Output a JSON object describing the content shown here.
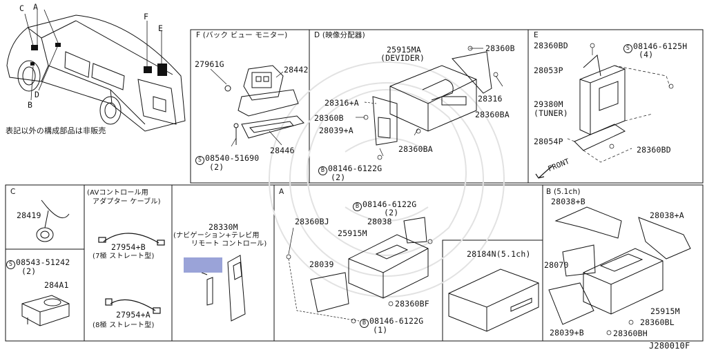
{
  "vehicle": {
    "callouts": {
      "c": "C",
      "a": "A",
      "d": "D",
      "b": "B",
      "f": "F",
      "e": "E"
    },
    "note": "表記以外の構成部品は非販売"
  },
  "panel_f": {
    "title": "F (バック ビュー モニター)",
    "parts": {
      "p1": "27961G",
      "p2": "28442",
      "p3": "28446",
      "p4_code": "08540-51690",
      "p4_qty": "(2)",
      "p4_mark": "S"
    }
  },
  "panel_d": {
    "title": "D (映像分配器)",
    "parts": {
      "p1": "25915MA",
      "p1_sub": "(DEVIDER)",
      "p2": "28360B",
      "p3": "28316",
      "p4": "28360BA",
      "p5": "28316+A",
      "p6": "28360B",
      "p7": "28039+A",
      "p8": "28360BA",
      "p9_code": "08146-6122G",
      "p9_qty": "(2)",
      "p9_mark": "B"
    }
  },
  "panel_e": {
    "title": "E",
    "parts": {
      "p1": "28360BD",
      "p2_code": "08146-6125H",
      "p2_qty": "(4)",
      "p2_mark": "S",
      "p3": "28053P",
      "p4": "29380M",
      "p4_sub": "(TUNER)",
      "p5": "28054P",
      "p6": "28360BD",
      "front": "FRONT"
    }
  },
  "panel_c": {
    "title": "C",
    "parts": {
      "p1": "28419",
      "p2_code": "08543-51242",
      "p2_qty": "(2)",
      "p2_mark": "S",
      "p3": "284A1"
    }
  },
  "panel_av": {
    "title1": "(AVコントロール用",
    "title2": "アダプター ケーブル)",
    "parts": {
      "p1": "27954+B",
      "p1_sub": "(7極 ストレート型)",
      "p2": "27954+A",
      "p2_sub": "(8極 ストレート型)"
    }
  },
  "panel_remote": {
    "parts": {
      "p1": "28330M",
      "p1_sub1": "(ナビゲーション+テレビ用",
      "p1_sub2": "リモート コントロール)"
    },
    "label_color": "#9aa3d8"
  },
  "panel_a": {
    "title": "A",
    "parts": {
      "p1": "28360BJ",
      "p2_code": "08146-6122G",
      "p2_qty": "(2)",
      "p2_mark": "B",
      "p3": "28038",
      "p4": "25915M",
      "p5": "28039",
      "p6": "28360BF",
      "p7_code": "08146-6122G",
      "p7_qty": "(1)",
      "p7_mark": "B"
    }
  },
  "panel_n": {
    "parts": {
      "p1": "28184N(5.1ch)"
    }
  },
  "panel_b": {
    "title": "B (5.1ch)",
    "parts": {
      "p1": "28038+B",
      "p2": "28038+A",
      "p3": "28070",
      "p4": "25915M",
      "p5": "28360BL",
      "p6": "28039+B",
      "p7": "28360BH"
    }
  },
  "footer": {
    "code": "J280010F"
  }
}
